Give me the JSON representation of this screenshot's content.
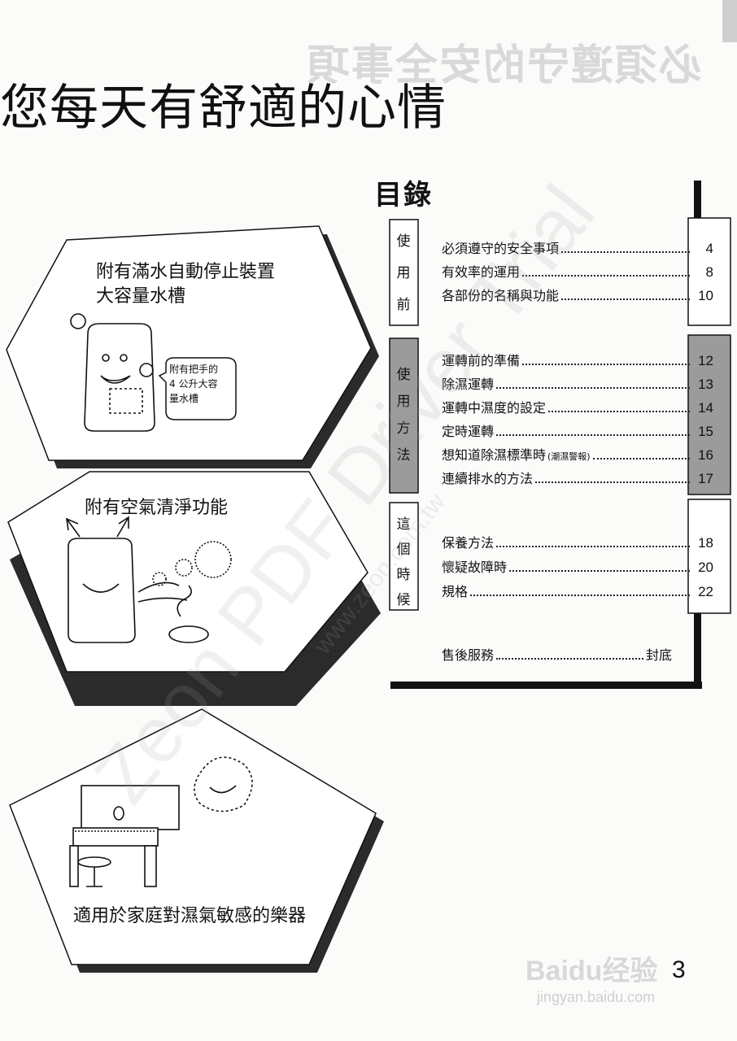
{
  "header": {
    "background_heading": "必須遵守的安全事項",
    "main_heading": "您每天有舒適的心情"
  },
  "features": [
    {
      "title_lines": [
        "附有滿水自動停止裝置",
        "大容量水槽"
      ],
      "bubble_lines": [
        "附有把手的",
        "4 公升大容",
        "量水槽"
      ]
    },
    {
      "title": "附有空氣清淨功能"
    },
    {
      "title": "適用於家庭對濕氣敏感的樂器"
    }
  ],
  "toc": {
    "title": "目錄",
    "sections": [
      {
        "label": [
          "使",
          "用",
          "前"
        ],
        "items": [
          {
            "title": "必須遵守的安全事項",
            "page": "4"
          },
          {
            "title": "有效率的運用",
            "page": "8"
          },
          {
            "title": "各部份的名稱與功能",
            "page": "10"
          }
        ]
      },
      {
        "label": [
          "使",
          "用",
          "方",
          "法"
        ],
        "items": [
          {
            "title": "運轉前的準備",
            "page": "12"
          },
          {
            "title": "除濕運轉",
            "page": "13"
          },
          {
            "title": "運轉中濕度的設定",
            "page": "14"
          },
          {
            "title": "定時運轉",
            "page": "15"
          },
          {
            "title": "想知道除濕標準時",
            "note": "(潮濕警報)",
            "page": "16"
          },
          {
            "title": "連續排水的方法",
            "page": "17"
          }
        ]
      },
      {
        "label": [
          "這",
          "個",
          "時",
          "候"
        ],
        "items": [
          {
            "title": "保養方法",
            "page": "18"
          },
          {
            "title": "懷疑故障時",
            "page": "20"
          },
          {
            "title": "規格",
            "page": "22"
          }
        ]
      }
    ],
    "after_sales": {
      "title": "售後服務",
      "page": "封底"
    }
  },
  "watermark": {
    "text": "Zeon PDF Driver Trial",
    "url": "www.zeon.com.tw"
  },
  "footer": {
    "page_number": "3",
    "logo_text": "Baidu经验",
    "logo_url": "jingyan.baidu.com"
  }
}
